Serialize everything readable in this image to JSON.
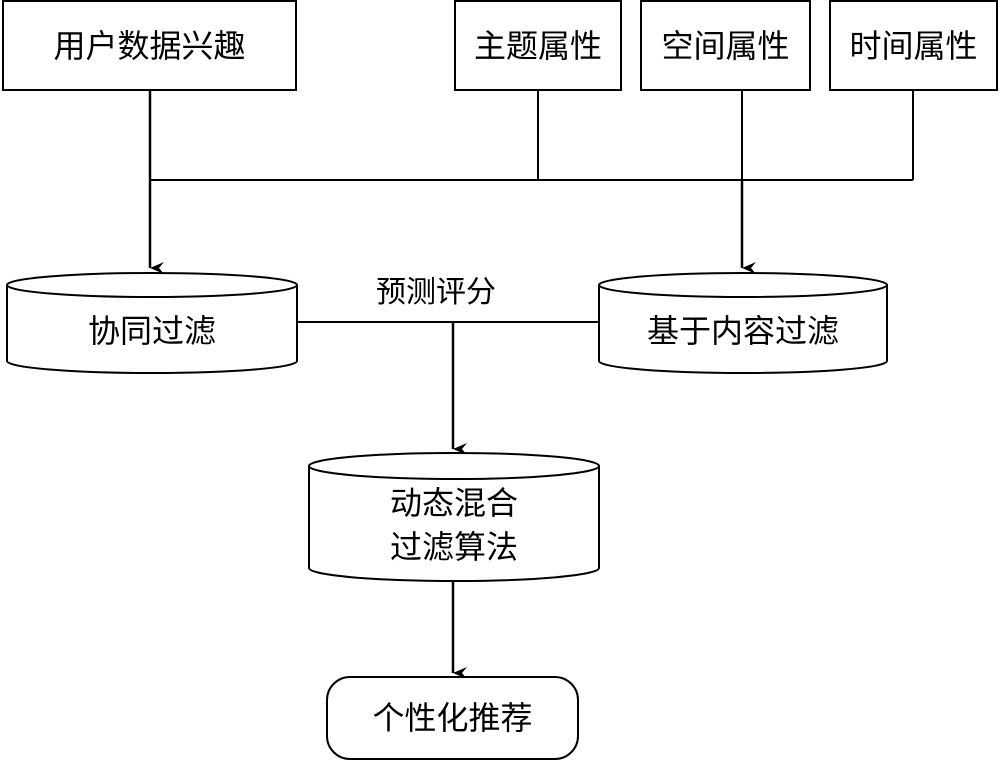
{
  "inputs": {
    "user_interest": "用户数据兴趣",
    "topic_attr": "主题属性",
    "space_attr": "空间属性",
    "time_attr": "时间属性"
  },
  "filters": {
    "collaborative": "协同过滤",
    "content_based": "基于内容过滤",
    "prediction_label": "预测评分"
  },
  "hybrid": {
    "line1": "动态混合",
    "line2": "过滤算法"
  },
  "output": {
    "label": "个性化推荐"
  }
}
